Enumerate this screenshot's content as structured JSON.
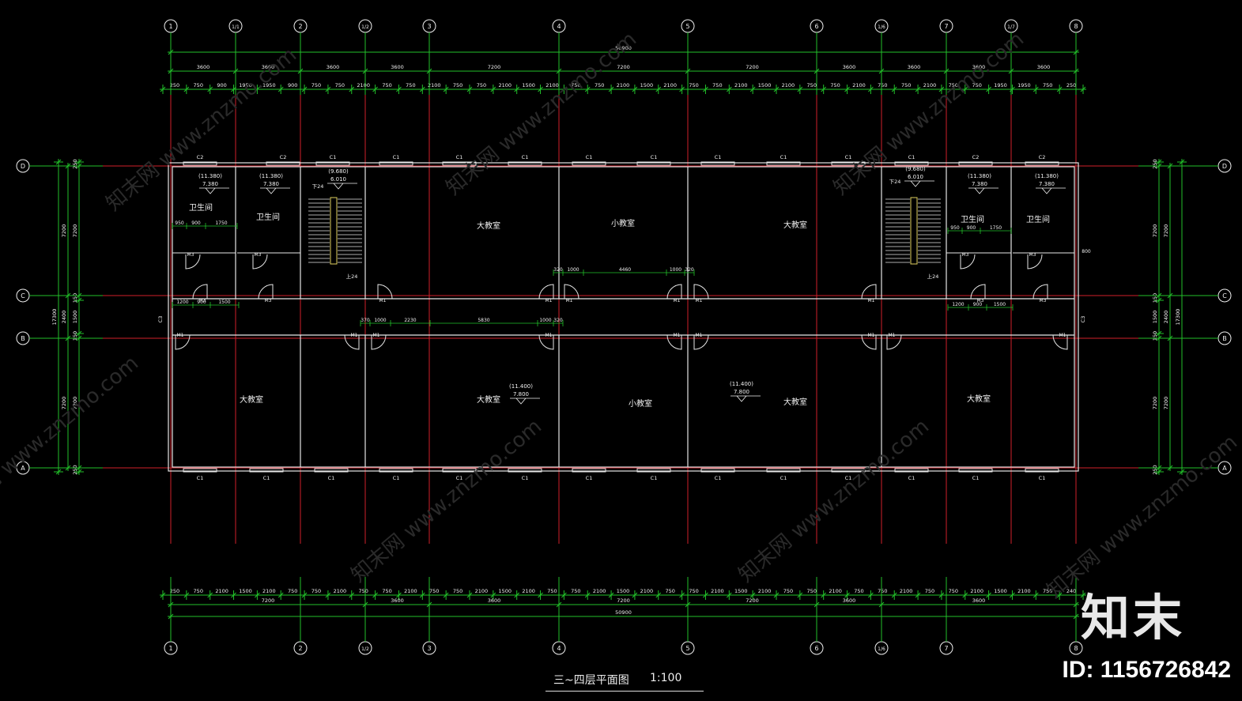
{
  "drawing": {
    "title": "三~四层平面图",
    "scale": "1:100",
    "watermark_id": "ID: 1156726842",
    "watermark_logo": "知末",
    "watermark_site": "www.znzmo.com",
    "watermark_brand": "知末网"
  },
  "colors": {
    "axis": "#d0202a",
    "dimension": "#22c02a",
    "wall": "#e6e6e6",
    "text": "#f0f0f0",
    "background": "#000000"
  },
  "axes_top": [
    "1",
    "1/1",
    "2",
    "1/2",
    "3",
    "4",
    "5",
    "6",
    "1/6",
    "7",
    "1/7",
    "8"
  ],
  "axes_bottom": [
    "1",
    "2",
    "1/2",
    "3",
    "4",
    "5",
    "6",
    "1/6",
    "7",
    "8"
  ],
  "axes_side": [
    "D",
    "C",
    "B",
    "A"
  ],
  "dims": {
    "overall": "50900",
    "row1": [
      "3600",
      "3600",
      "3600",
      "3600",
      "7200",
      "7200",
      "7200",
      "3600",
      "3600",
      "3600",
      "3600"
    ],
    "row2": [
      "250",
      "750",
      "900",
      "1950",
      "1950",
      "900",
      "750",
      "750",
      "2100",
      "750",
      "750",
      "2100",
      "750",
      "750",
      "2100",
      "1500",
      "2100",
      "750",
      "750",
      "2100",
      "1500",
      "2100",
      "750",
      "750",
      "2100",
      "1500",
      "2100",
      "750",
      "750",
      "2100",
      "750",
      "750",
      "2100",
      "750",
      "750",
      "1950",
      "1950",
      "750",
      "250"
    ],
    "bottom_row1": [
      "250",
      "750",
      "2100",
      "1500",
      "2100",
      "750",
      "750",
      "2100",
      "750",
      "750",
      "2100",
      "750",
      "750",
      "2100",
      "1500",
      "2100",
      "750",
      "750",
      "2100",
      "1500",
      "2100",
      "750",
      "750",
      "2100",
      "1500",
      "2100",
      "750",
      "750",
      "2100",
      "750",
      "750",
      "2100",
      "750",
      "750",
      "2100",
      "1500",
      "2100",
      "750",
      "240"
    ],
    "bottom_row2": [
      "7200",
      "3600",
      "3600",
      "7200",
      "7200",
      "3600",
      "3600",
      "7200"
    ],
    "left": [
      "250",
      "7200",
      "150",
      "1500",
      "150",
      "2400",
      "7200",
      "250",
      "17300",
      "7200",
      "7200"
    ],
    "right": [
      "250",
      "7200",
      "150",
      "1500",
      "150",
      "2400",
      "7200",
      "250",
      "17300",
      "7200",
      "7200"
    ]
  },
  "rooms": {
    "big_classroom": "大教室",
    "small_classroom": "小教室",
    "toilet": "卫生间"
  },
  "labels": {
    "window_c1": "C1",
    "window_c2": "C2",
    "window_c3": "C3",
    "door_m1": "M1",
    "door_m3": "M3",
    "stair_down": "下24",
    "stair_up": "上24",
    "elev_toilet_top": "11.380",
    "elev_toilet_bot": "7.380",
    "elev_stair_top": "9.680",
    "elev_stair_bot": "6.010",
    "elev_room_top": "11.400",
    "elev_room_bot": "7.800",
    "d_950": "950",
    "d_900": "900",
    "d_1750": "1750",
    "d_1200": "1200",
    "d_1500": "1500",
    "d_320": "320",
    "d_1000": "1000",
    "d_4460": "4460",
    "d_370": "370",
    "d_2230": "2230",
    "d_5830": "5830",
    "d_800": "800"
  }
}
